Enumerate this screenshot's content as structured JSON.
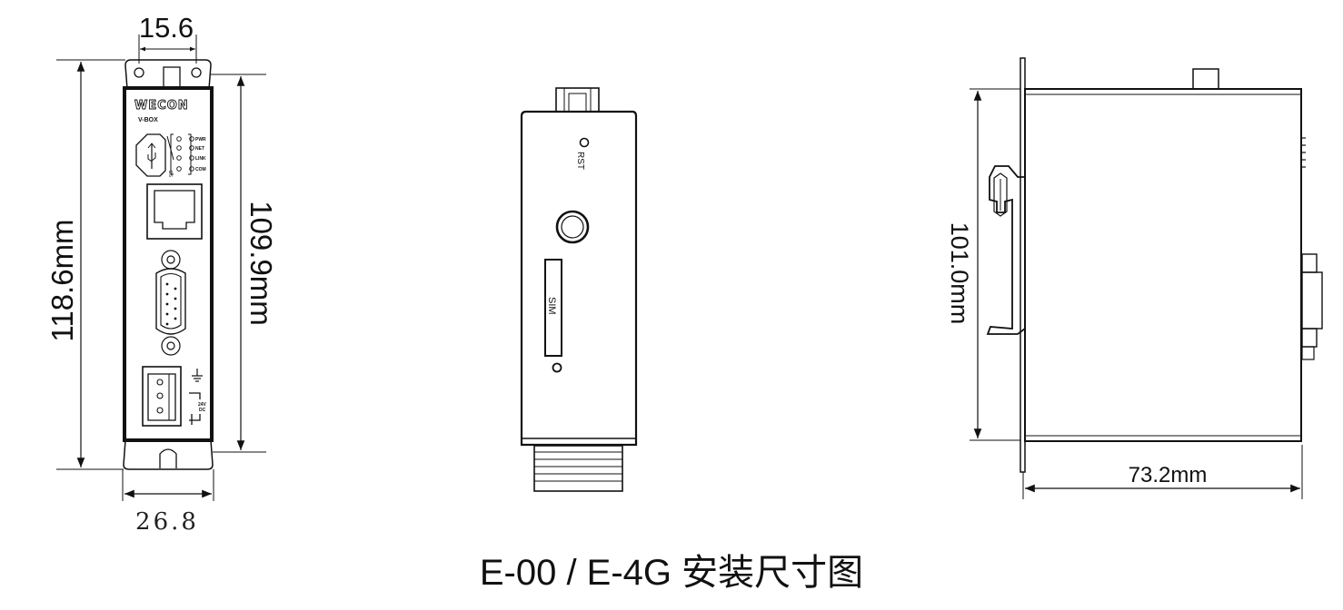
{
  "front_view": {
    "dims": {
      "top_width": "15.6",
      "bottom_width": "26.8",
      "overall_height": "118.6mm",
      "body_height": "109.9mm"
    },
    "labels": {
      "brand": "WECON",
      "model": "V-BOX",
      "led_pwr": "PWR",
      "led_net": "NET",
      "led_link": "LINK",
      "led_com": "COM",
      "power_voltage": "24V",
      "power_type": "DC"
    }
  },
  "middle_view": {
    "labels": {
      "reset": "RST",
      "sim": "SIM"
    }
  },
  "side_view": {
    "dims": {
      "height": "101.0mm",
      "depth": "73.2mm"
    }
  },
  "caption": "E-00 / E-4G  安装尺寸图"
}
